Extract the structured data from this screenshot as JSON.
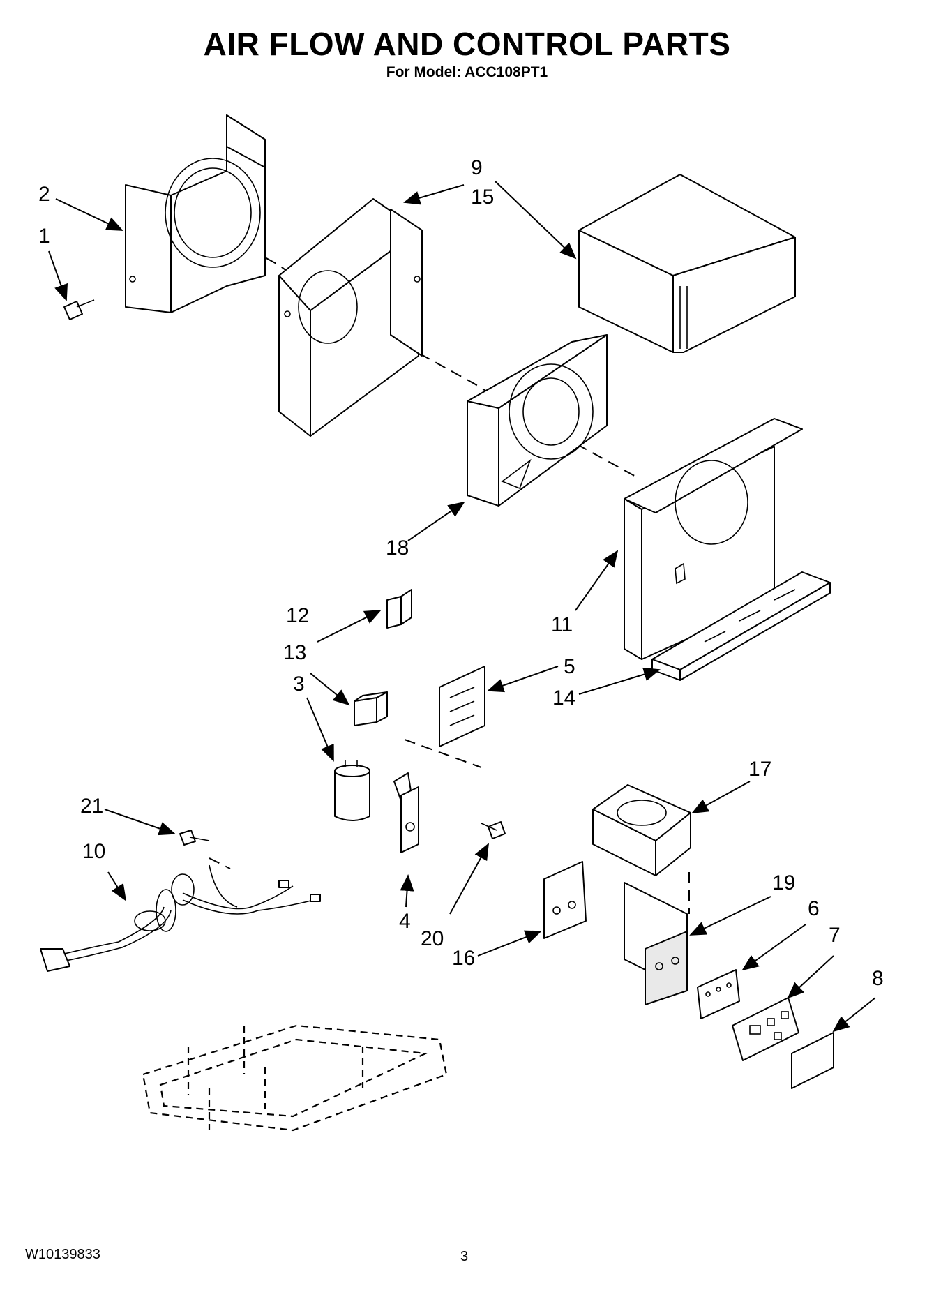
{
  "header": {
    "title": "AIR FLOW AND CONTROL PARTS",
    "subtitle": "For Model: ACC108PT1"
  },
  "footer": {
    "doc_number": "W10139833",
    "page_number": "3"
  },
  "callouts": {
    "c1": "1",
    "c2": "2",
    "c3": "3",
    "c4": "4",
    "c5": "5",
    "c6": "6",
    "c7": "7",
    "c8": "8",
    "c9": "9",
    "c10": "10",
    "c11": "11",
    "c12": "12",
    "c13": "13",
    "c14": "14",
    "c15": "15",
    "c16": "16",
    "c17": "17",
    "c18": "18",
    "c19": "19",
    "c20": "20",
    "c21": "21"
  }
}
